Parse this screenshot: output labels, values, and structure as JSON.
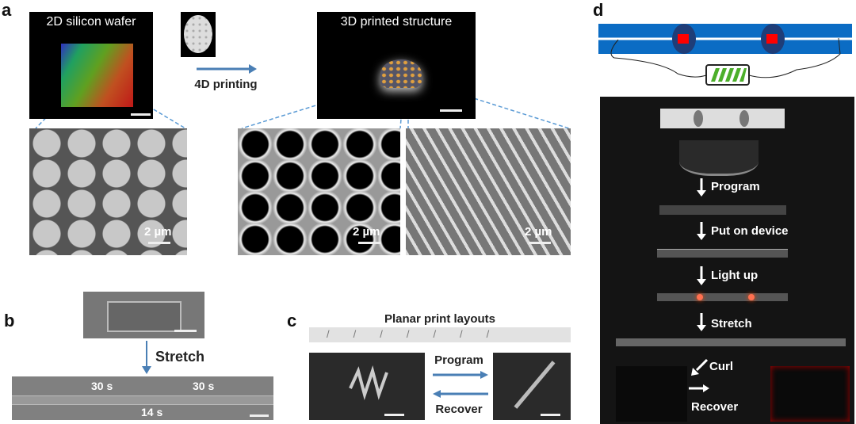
{
  "panel_a": {
    "label": "a",
    "wafer_title": "2D silicon wafer",
    "structure_title": "3D printed structure",
    "process_label": "4D printing",
    "scale_labels": [
      "2 µm",
      "2 µm",
      "2 µm"
    ]
  },
  "panel_b": {
    "label": "b",
    "step_label": "Stretch",
    "time_labels": [
      "30 s",
      "30 s",
      "14 s"
    ]
  },
  "panel_c": {
    "label": "c",
    "title": "Planar print layouts",
    "forward_label": "Program",
    "reverse_label": "Recover"
  },
  "panel_d": {
    "label": "d",
    "steps": [
      "Program",
      "Put on device",
      "Light up",
      "Stretch",
      "Curl",
      "Recover"
    ]
  },
  "colors": {
    "arrow": "#4a7fb5",
    "strip": "#0b6cc4",
    "led": "#ff0000",
    "battery": "#4caf2a"
  }
}
